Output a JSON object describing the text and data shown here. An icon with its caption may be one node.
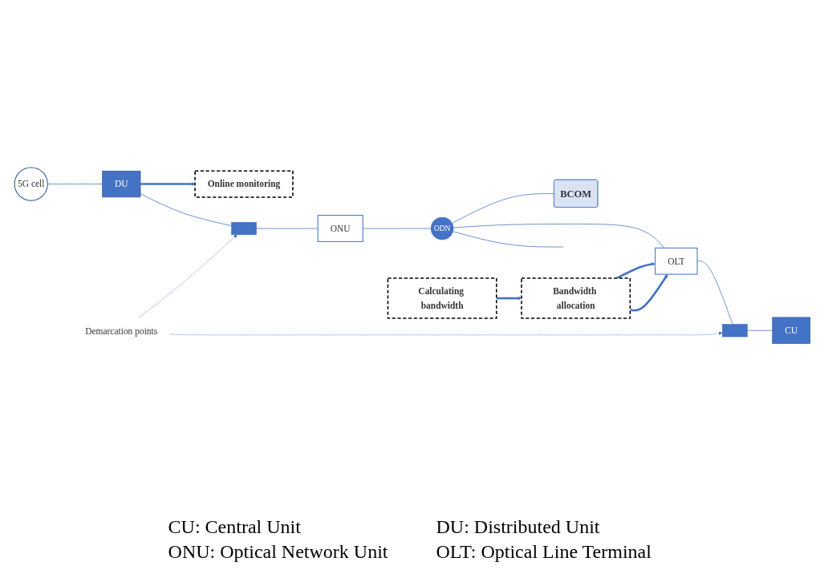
{
  "diagram": {
    "nodes": [
      {
        "text": [
          "5G cell"
        ]
      },
      {
        "text": [
          "DU"
        ]
      },
      {
        "text": [
          "ONU"
        ]
      },
      {
        "text": [
          "ODN"
        ]
      },
      {
        "text": [
          "OLT"
        ]
      },
      {
        "text": [
          "CU"
        ]
      },
      {
        "text": [
          "BCOM"
        ]
      },
      {
        "text": [
          "Online monitoring"
        ]
      },
      {
        "text": [
          "Bandwidth allocation"
        ]
      },
      {
        "text": [
          "Calculating bandwidth"
        ]
      },
      {
        "text": [
          "Demarcation points"
        ]
      },
      {
        "text": [],
        "shape": "bar"
      },
      {
        "text": [],
        "shape": "bar"
      }
    ],
    "edges": [
      {
        "from": 0,
        "to": 1,
        "arrow": "none"
      },
      {
        "from": 1,
        "to": 11,
        "arrow": "none"
      },
      {
        "from": 11,
        "to": 2,
        "arrow": "none"
      },
      {
        "from": 2,
        "to": 3,
        "arrow": "none"
      },
      {
        "from": 3,
        "to": 4,
        "arrow": "none"
      },
      {
        "from": 3,
        "to": null,
        "arrow": "none"
      },
      {
        "from": 3,
        "to": 6,
        "arrow": "none"
      },
      {
        "from": 4,
        "to": 12,
        "arrow": "none"
      },
      {
        "from": 12,
        "to": 5,
        "arrow": "none"
      },
      {
        "from": 10,
        "to": 11,
        "arrow": "to",
        "style": "dashed"
      },
      {
        "from": 10,
        "to": 12,
        "arrow": "to",
        "style": "dashed"
      },
      {
        "from": 1,
        "to": 7,
        "arrow": "to",
        "style": "thick"
      },
      {
        "from": 9,
        "to": 8,
        "arrow": "to",
        "style": "thick"
      },
      {
        "from": 8,
        "to": 4,
        "arrow": "to",
        "style": "thick"
      },
      {
        "from": 8,
        "to": 4,
        "arrow": "to",
        "style": "thick"
      }
    ],
    "labels": [
      "CU: Central Unit",
      "DU: Distributed Unit",
      "ONU: Optical Network Unit",
      "OLT: Optical Line Terminal"
    ]
  }
}
